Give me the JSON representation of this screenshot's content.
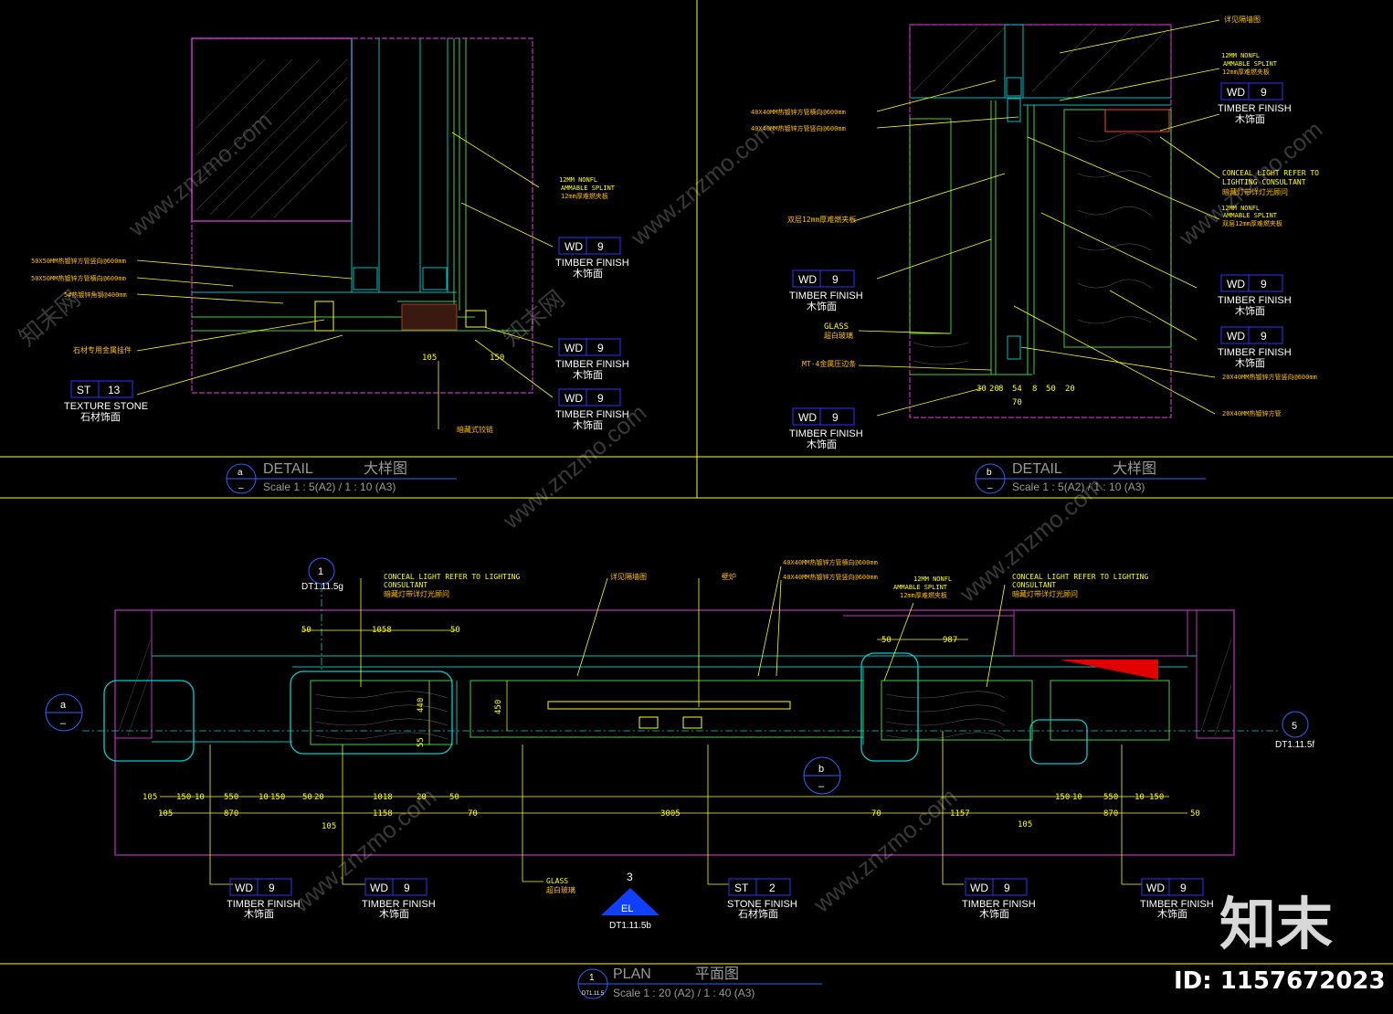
{
  "detail_a": {
    "callout_id": "a",
    "title": "DETAIL",
    "title_cn": "大样图",
    "scale": "Scale 1 : 5(A2) / 1 : 10 (A3)",
    "notes": [
      "50X50MM热镀锌方管竖向@600mm",
      "50X50MM热镀锌方管横向@600mm",
      "5#热镀锌角钢@400mm",
      "石材专用金属挂件",
      "暗藏式铰链",
      "12MM NONFL",
      "AMMABLE SPLINT",
      "12mm厚难燃夹板"
    ],
    "tags": [
      {
        "code": "WD",
        "num": "9",
        "en": "TIMBER FINISH",
        "cn": "木饰面"
      },
      {
        "code": "WD",
        "num": "9",
        "en": "TIMBER FINISH",
        "cn": "木饰面"
      },
      {
        "code": "WD",
        "num": "9",
        "en": "TIMBER FINISH",
        "cn": "木饰面"
      },
      {
        "code": "ST",
        "num": "13",
        "en": "TEXTURE STONE",
        "cn": "石材饰面"
      }
    ],
    "dims": [
      "105",
      "150"
    ]
  },
  "detail_b": {
    "callout_id": "b",
    "title": "DETAIL",
    "title_cn": "大样图",
    "scale": "Scale 1 : 5(A2) / 1 : 10 (A3)",
    "notes": [
      "详见隔墙图",
      "12MM NONFL",
      "AMMABLE SPLINT",
      "12mm厚难燃夹板",
      "40X40MM热镀锌方管横向@600mm",
      "40X40MM热镀锌方管竖向@600mm",
      "CONCEAL LIGHT REFER TO",
      "LIGHTING CONSULTANT",
      "暗藏灯带详灯光顾问",
      "双层12mm厚难燃夹板",
      "GLASS",
      "超白玻璃",
      "MT-4金属压边条",
      "20X40MM热镀锌方管竖向@600mm",
      "20X40MM热镀锌方管"
    ],
    "tags": [
      {
        "code": "WD",
        "num": "9",
        "en": "TIMBER FINISH",
        "cn": "木饰面"
      },
      {
        "code": "WD",
        "num": "9",
        "en": "TIMBER FINISH",
        "cn": "木饰面"
      },
      {
        "code": "WD",
        "num": "9",
        "en": "TIMBER FINISH",
        "cn": "木饰面"
      },
      {
        "code": "WD",
        "num": "9",
        "en": "TIMBER FINISH",
        "cn": "木饰面"
      },
      {
        "code": "WD",
        "num": "9",
        "en": "TIMBER FINISH",
        "cn": "木饰面"
      }
    ],
    "dims": [
      "30",
      "20",
      "8",
      "54",
      "8",
      "50",
      "20",
      "70"
    ]
  },
  "plan": {
    "callout_id": "1",
    "callout_ref": "DT1.11.5",
    "title": "PLAN",
    "title_cn": "平面图",
    "scale": "Scale 1 : 20 (A2) / 1 : 40 (A3)",
    "section_1": {
      "id": "1",
      "ref": "DT1.11.5g"
    },
    "section_5": {
      "id": "5",
      "ref": "DT1.11.5f"
    },
    "detail_a_mark": "a",
    "detail_b_mark": "b",
    "elevation": {
      "id": "3",
      "label": "EL",
      "ref": "DT1.11.5b"
    },
    "notes": [
      "CONCEAL LIGHT REFER TO LIGHTING",
      "CONSULTANT",
      "暗藏灯带详灯光顾问",
      "详见隔墙图",
      "壁炉",
      "40X40MM热镀锌方管横向@600mm",
      "40X40MM热镀锌方管竖向@600mm",
      "12MM NONFL",
      "AMMABLE SPLINT",
      "12mm厚难燃夹板",
      "CONCEAL LIGHT REFER TO LIGHTING",
      "CONSULTANT",
      "暗藏灯带详灯光顾问",
      "GLASS",
      "超白玻璃"
    ],
    "dims_top": [
      "50",
      "1058",
      "50",
      "50",
      "987"
    ],
    "dims_row1": [
      "105",
      "150",
      "10",
      "550",
      "10",
      "150",
      "50",
      "20",
      "1018",
      "20",
      "50",
      "150",
      "10",
      "550",
      "10",
      "150"
    ],
    "dims_row2": [
      "105",
      "870",
      "1158",
      "70",
      "3005",
      "70",
      "1157",
      "870",
      "50"
    ],
    "dims_row3": [
      "105",
      "105"
    ],
    "dims_side": [
      "450",
      "440",
      "55"
    ],
    "tags": [
      {
        "code": "WD",
        "num": "9",
        "en": "TIMBER FINISH",
        "cn": "木饰面"
      },
      {
        "code": "WD",
        "num": "9",
        "en": "TIMBER FINISH",
        "cn": "木饰面"
      },
      {
        "code": "ST",
        "num": "2",
        "en": "STONE FINISH",
        "cn": "石材饰面"
      },
      {
        "code": "WD",
        "num": "9",
        "en": "TIMBER FINISH",
        "cn": "木饰面"
      },
      {
        "code": "WD",
        "num": "9",
        "en": "TIMBER FINISH",
        "cn": "木饰面"
      }
    ]
  },
  "watermark": {
    "brand": "知末",
    "id": "ID: 1157672023",
    "site": "www.znzmo.com",
    "site_cn": "知末网"
  }
}
